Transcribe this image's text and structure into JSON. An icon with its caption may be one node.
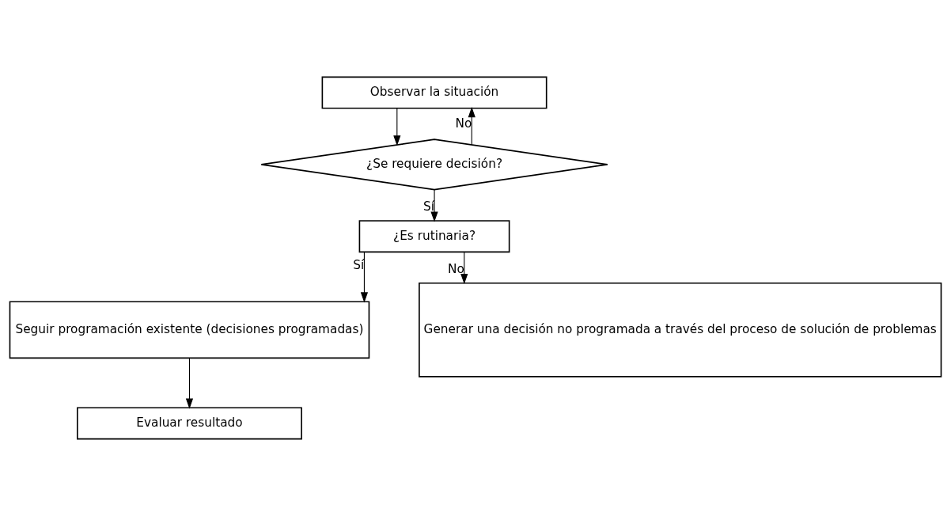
{
  "diagram": {
    "nodes": [
      {
        "text": [
          "Observar la situación"
        ]
      },
      {
        "text": [
          "¿Se requiere decisión?"
        ]
      },
      {
        "text": [
          "¿Es rutinaria?"
        ]
      },
      {
        "text": [
          "Seguir programación existente (decisiones programadas)"
        ]
      },
      {
        "text": [
          "Evaluar resultado"
        ]
      },
      {
        "text": [
          "Generar una decisión no programada a través del proceso de solución de problemas"
        ]
      }
    ],
    "edges": [
      {
        "from": 0,
        "to": 1,
        "arrow": "to"
      },
      {
        "from": 1,
        "to": 0,
        "label": "No",
        "arrow": "to"
      },
      {
        "from": 1,
        "to": 2,
        "label": "Sí",
        "arrow": "to"
      },
      {
        "from": 2,
        "to": 5,
        "label": "No",
        "arrow": "to"
      },
      {
        "from": 2,
        "to": 3,
        "label": "Sí",
        "arrow": "to"
      },
      {
        "from": 3,
        "to": 4,
        "arrow": "to"
      }
    ]
  }
}
